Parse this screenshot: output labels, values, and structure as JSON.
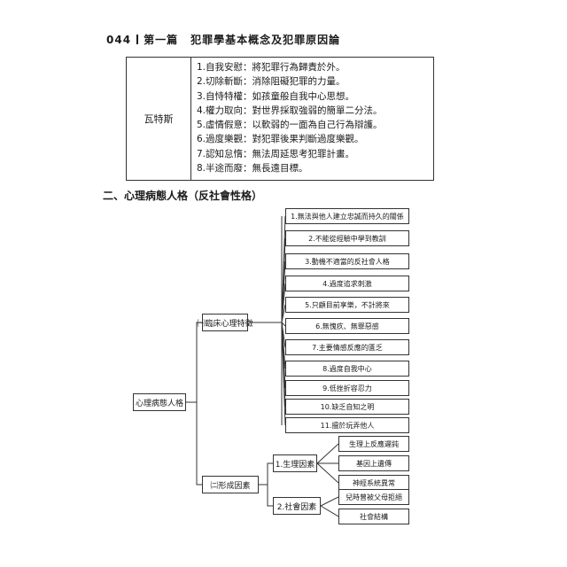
{
  "header": {
    "page_number": "044",
    "chapter": "第一篇",
    "title": "犯罪學基本概念及犯罪原因論"
  },
  "table": {
    "left_label": "瓦特斯",
    "items": [
      "1.自我安慰：將犯罪行為歸責於外。",
      "2.切除斬斷：消除阻礙犯罪的力量。",
      "3.自恃特權：如孩童般自我中心思想。",
      "4.權力取向：對世界採取強弱的簡單二分法。",
      "5.虛情假意：以軟弱的一面為自己行為辯護。",
      "6.過度樂觀：對犯罪後果判斷過度樂觀。",
      "7.認知怠惰：無法周延思考犯罪計畫。",
      "8.半途而廢：無長遠目標。"
    ]
  },
  "section_title": "二、心理病態人格（反社會性格）",
  "tree": {
    "root": "心理病態人格",
    "branch1": {
      "label": "㈠臨床心理特徵",
      "items": [
        "1.無法與他人建立忠誠而持久的關係",
        "2.不能從經驗中學到教訓",
        "3.動機不適當的反社會人格",
        "4.過度追求刺激",
        "5.只顧目前享樂，不計將來",
        "6.無愧疚、無罪惡感",
        "7.主要情感反應的匱乏",
        "8.過度自我中心",
        "9.低挫折容忍力",
        "10.缺乏自知之明",
        "11.擅於玩弄他人"
      ]
    },
    "branch2": {
      "label": "㈡形成因素",
      "sub": [
        {
          "label": "1.生理因素",
          "items": [
            "生理上反應遲鈍",
            "基因上遺傳",
            "神經系統異常"
          ]
        },
        {
          "label": "2.社會因素",
          "items": [
            "兒時曾被父母拒絕",
            "社會結構"
          ]
        }
      ]
    }
  }
}
